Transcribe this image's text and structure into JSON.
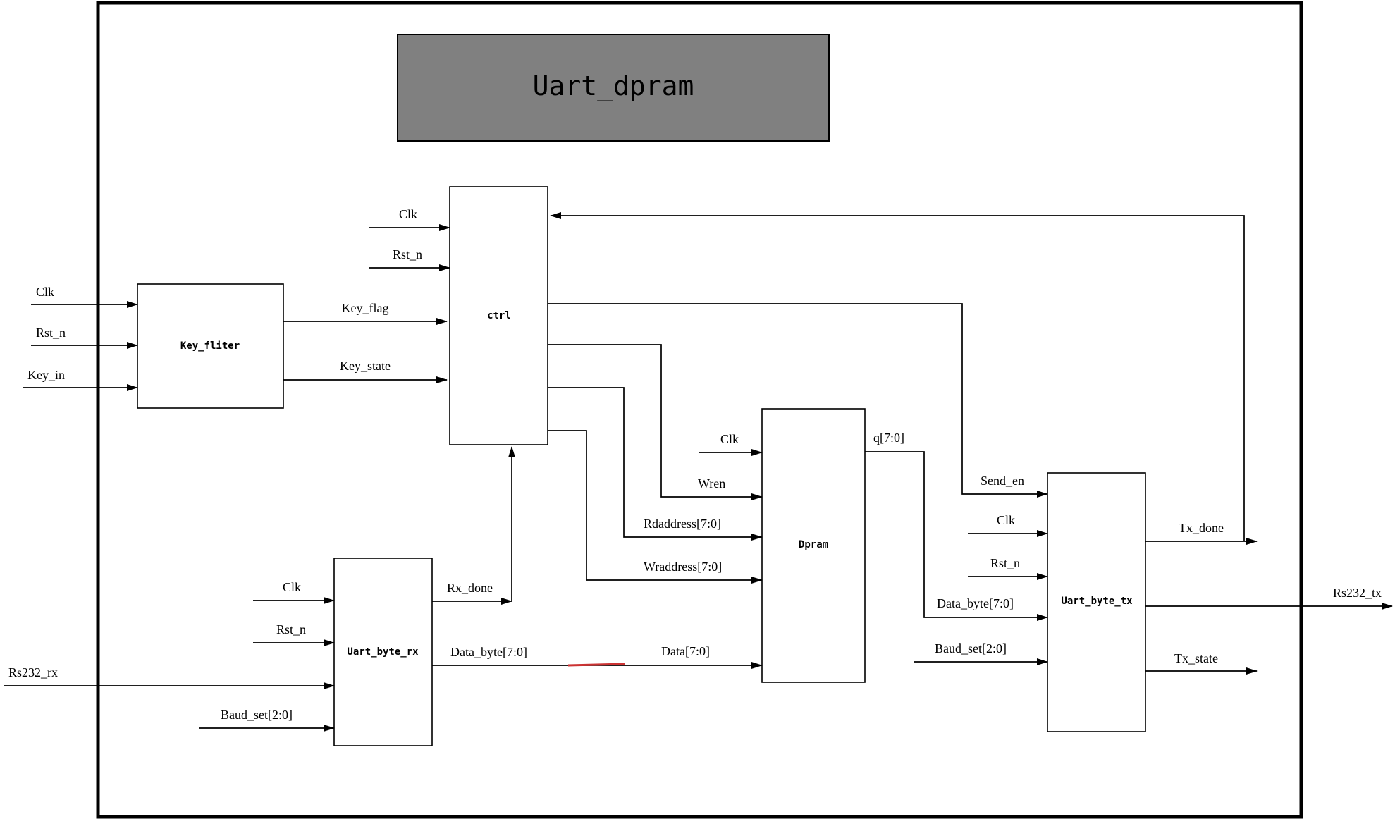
{
  "title": "Uart_dpram",
  "colors": {
    "title_fill": "#808080",
    "line": "#000000",
    "highlight": "#cc3333"
  },
  "blocks": {
    "key_fliter": "Key_fliter",
    "ctrl": "ctrl",
    "uart_byte_rx": "Uart_byte_rx",
    "dpram": "Dpram",
    "uart_byte_tx": "Uart_byte_tx"
  },
  "signals": {
    "kf_clk": "Clk",
    "kf_rst_n": "Rst_n",
    "kf_key_in": "Key_in",
    "key_flag": "Key_flag",
    "key_state": "Key_state",
    "ctrl_clk": "Clk",
    "ctrl_rst_n": "Rst_n",
    "rx_clk": "Clk",
    "rx_rst_n": "Rst_n",
    "rs232_rx": "Rs232_rx",
    "rx_baud_set": "Baud_set[2:0]",
    "rx_done": "Rx_done",
    "rx_data_byte": "Data_byte[7:0]",
    "dp_data": "Data[7:0]",
    "dp_clk": "Clk",
    "dp_wren": "Wren",
    "dp_rdaddress": "Rdaddress[7:0]",
    "dp_wraddress": "Wraddress[7:0]",
    "dp_q": "q[7:0]",
    "tx_send_en": "Send_en",
    "tx_clk": "Clk",
    "tx_rst_n": "Rst_n",
    "tx_data_byte": "Data_byte[7:0]",
    "tx_baud_set": "Baud_set[2:0]",
    "tx_done": "Tx_done",
    "rs232_tx": "Rs232_tx",
    "tx_state": "Tx_state"
  }
}
